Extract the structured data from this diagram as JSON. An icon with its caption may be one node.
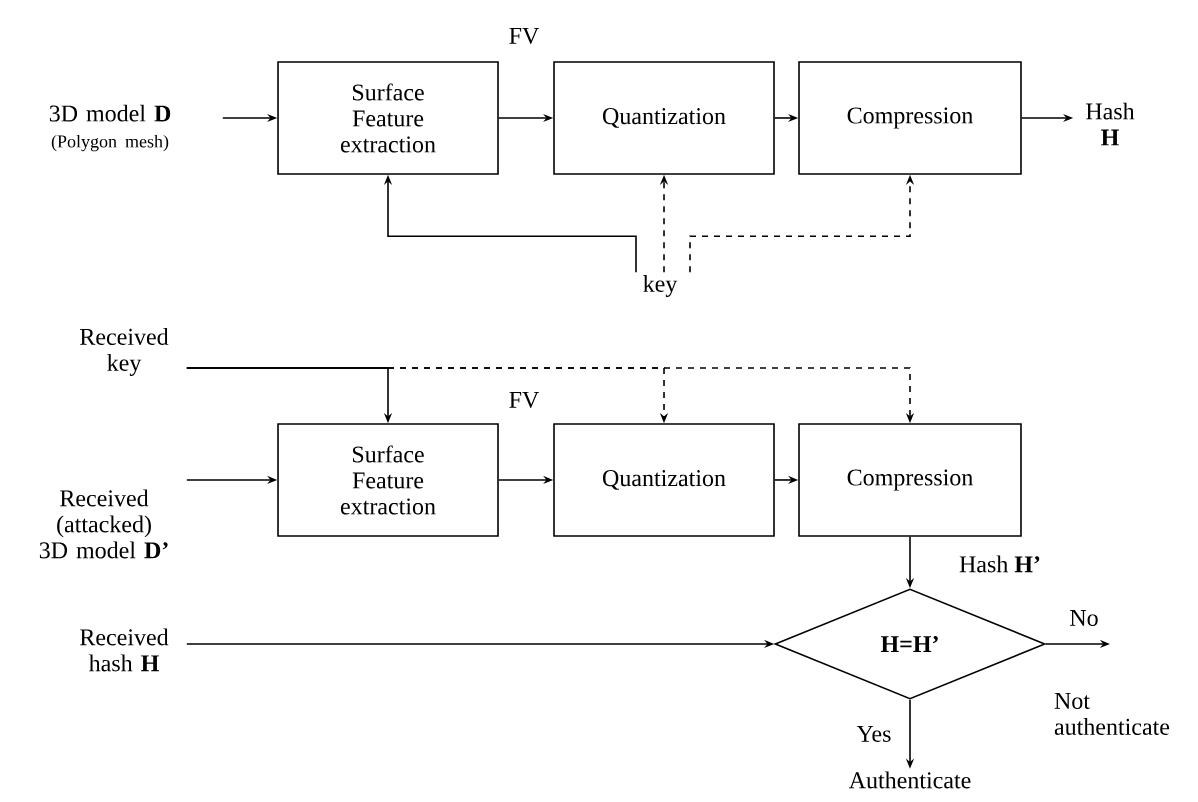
{
  "diagram": {
    "nodes": [
      {
        "text": [
          "3D model **D**",
          "(Polygon mesh)"
        ]
      },
      {
        "text": [
          "Surface Feature extraction"
        ]
      },
      {
        "text": [
          "Quantization"
        ]
      },
      {
        "text": [
          "Compression"
        ]
      },
      {
        "text": [
          "Hash **H**"
        ]
      },
      {
        "text": [
          "key"
        ]
      },
      {
        "text": [
          "Received key"
        ]
      },
      {
        "text": [
          "Received (attacked) 3D model **D’**"
        ]
      },
      {
        "text": [
          "Surface Feature extraction"
        ]
      },
      {
        "text": [
          "Quantization"
        ]
      },
      {
        "text": [
          "Compression"
        ]
      },
      {
        "text": [
          "Received hash **H**"
        ]
      },
      {
        "text": [
          "H=H’"
        ]
      },
      {
        "text": [
          "Authenticate"
        ]
      }
    ],
    "edges": [
      {
        "from": 0,
        "to": 1,
        "arrow": "to"
      },
      {
        "from": 1,
        "to": 2,
        "arrow": "to",
        "label": "FV"
      },
      {
        "from": 2,
        "to": 3,
        "arrow": "to"
      },
      {
        "from": 3,
        "to": 4,
        "arrow": "to"
      },
      {
        "from": 5,
        "to": 1,
        "arrow": "to"
      },
      {
        "from": 5,
        "to": 2,
        "arrow": "to",
        "style": "dashed"
      },
      {
        "from": 5,
        "to": 3,
        "arrow": "to",
        "style": "dashed"
      },
      {
        "from": 6,
        "to": 8,
        "arrow": "to"
      },
      {
        "from": 6,
        "to": 9,
        "arrow": "to",
        "style": "dashed"
      },
      {
        "from": 6,
        "to": 10,
        "arrow": "to",
        "style": "dashed"
      },
      {
        "from": 7,
        "to": 8,
        "arrow": "to"
      },
      {
        "from": 8,
        "to": 9,
        "arrow": "to",
        "label": "FV"
      },
      {
        "from": 9,
        "to": 10,
        "arrow": "to"
      },
      {
        "from": 10,
        "to": 12,
        "arrow": "to",
        "label": "Hash **H’**"
      },
      {
        "from": 11,
        "to": 12,
        "arrow": "to"
      },
      {
        "from": 12,
        "to": null,
        "arrow": "to",
        "label": "No"
      },
      {
        "from": 12,
        "to": 13,
        "arrow": "to",
        "label": "Yes"
      }
    ],
    "labels": [
      "Not authenticate"
    ]
  }
}
